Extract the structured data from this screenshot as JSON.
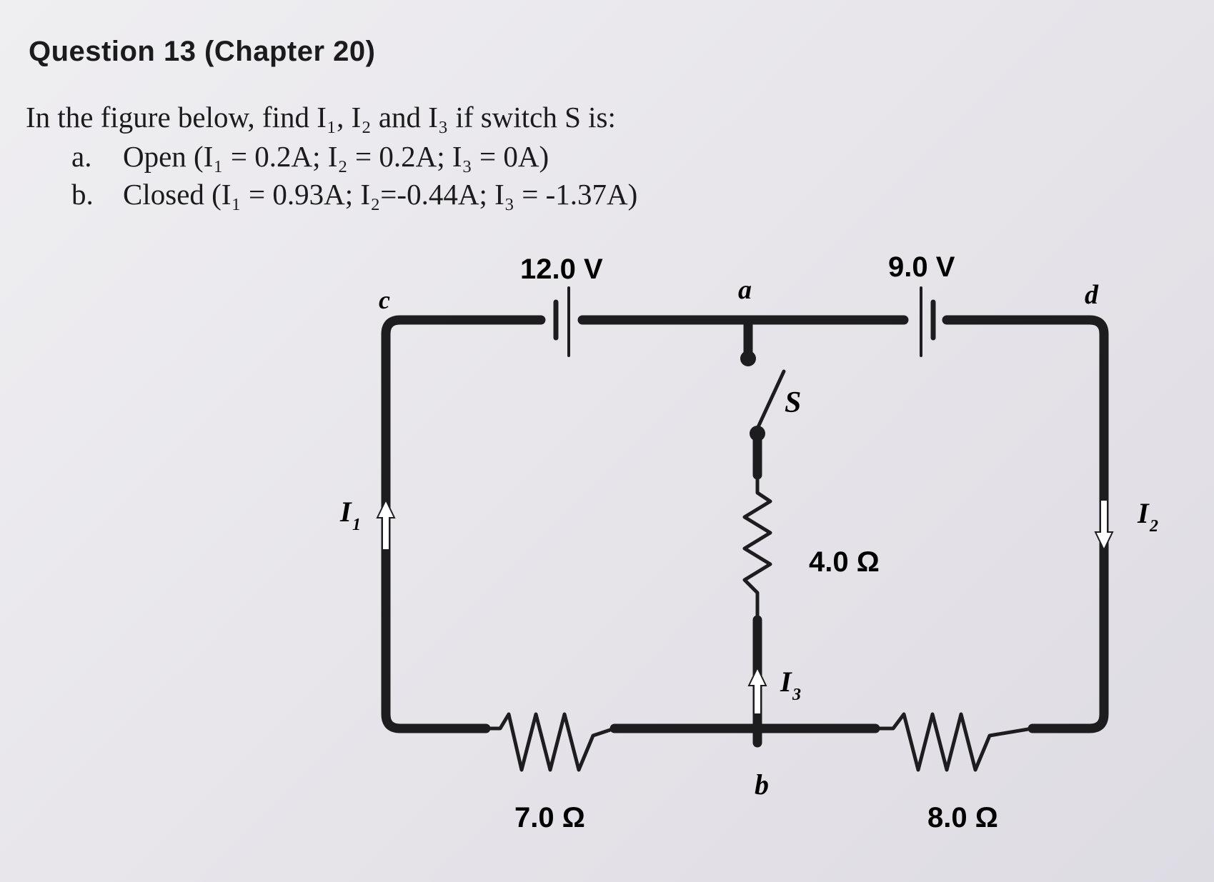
{
  "question": {
    "title": "Question 13 (Chapter 20)",
    "prompt": "In the figure below, find I₁, I₂ and I₃ if switch S is:",
    "parts": [
      {
        "marker": "a.",
        "text": "Open (I₁ = 0.2A; I₂ = 0.2A; I₃ = 0A)"
      },
      {
        "marker": "b.",
        "text": "Closed (I₁ = 0.93A; I₂=-0.44A; I₃ = -1.37A)"
      }
    ]
  },
  "circuit": {
    "battery_left": "12.0 V",
    "battery_right": "9.0 V",
    "node_a": "a",
    "node_b": "b",
    "node_c": "c",
    "node_d": "d",
    "switch": "S",
    "resistor_middle": "4.0 Ω",
    "resistor_left": "7.0 Ω",
    "resistor_right": "8.0 Ω",
    "current_1": {
      "symbol": "I",
      "subscript": "1"
    },
    "current_2": {
      "symbol": "I",
      "subscript": "2"
    },
    "current_3": {
      "symbol": "I",
      "subscript": "3"
    }
  }
}
